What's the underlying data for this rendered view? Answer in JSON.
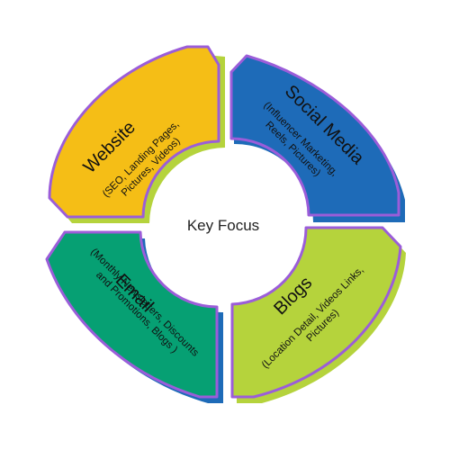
{
  "center": {
    "label": "Key Focus"
  },
  "quadrants": {
    "website": {
      "title": "Website",
      "lines": [
        "(SEO, Landing Pages,",
        "Pictures, Videos)"
      ],
      "color": "#F5BE16",
      "shadow_color": "#B5D33C"
    },
    "social": {
      "title": "Social Media",
      "lines": [
        "(Influencer Marketing,",
        "Reels, Pictures)"
      ],
      "color": "#1E6BB8",
      "shadow_color": "#1E6BB8"
    },
    "email": {
      "title": "Email",
      "lines": [
        "(Monthly Newsletters, Discounts",
        "and Promotions, Blogs )"
      ],
      "color": "#06A073",
      "shadow_color": "#1E6BB8"
    },
    "blogs": {
      "title": "Blogs",
      "lines": [
        "(Location Detail, Videos Links,",
        "Pictures)"
      ],
      "color": "#B5D33C",
      "shadow_color": "#B5D33C"
    },
    "outline_color": "#9B5DD9"
  }
}
